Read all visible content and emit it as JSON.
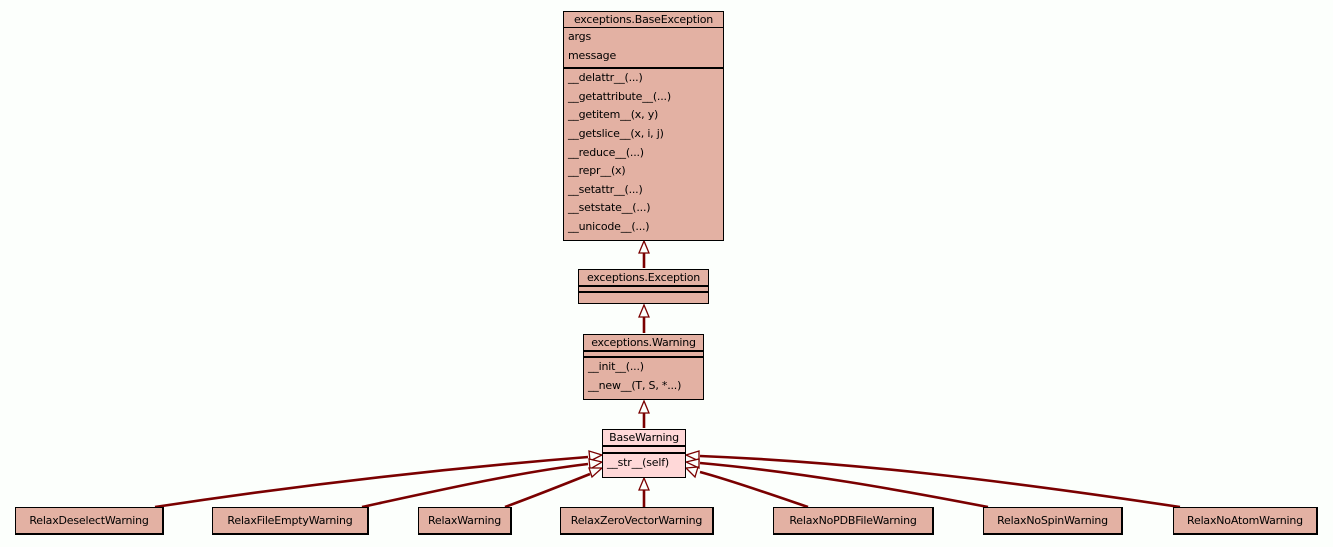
{
  "colors": {
    "edge": "#7a0000",
    "node_fill": "#e3b1a3",
    "focus_fill": "#ffd8d8",
    "background": "#fcfffc"
  },
  "classes": {
    "base_exception": {
      "name": "exceptions.BaseException",
      "attributes": [
        "args",
        "message"
      ],
      "methods": [
        "__delattr__(...)",
        "__getattribute__(...)",
        "__getitem__(x, y)",
        "__getslice__(x, i, j)",
        "__reduce__(...)",
        "__repr__(x)",
        "__setattr__(...)",
        "__setstate__(...)",
        "__unicode__(...)"
      ]
    },
    "exception": {
      "name": "exceptions.Exception",
      "attributes": [],
      "methods": []
    },
    "warning": {
      "name": "exceptions.Warning",
      "attributes": [],
      "methods": [
        "__init__(...)",
        "__new__(T, S, *...)"
      ]
    },
    "base_warning": {
      "name": "BaseWarning",
      "attributes": [],
      "methods": [
        "__str__(self)"
      ]
    }
  },
  "subclasses": [
    "RelaxDeselectWarning",
    "RelaxFileEmptyWarning",
    "RelaxWarning",
    "RelaxZeroVectorWarning",
    "RelaxNoPDBFileWarning",
    "RelaxNoSpinWarning",
    "RelaxNoAtomWarning"
  ],
  "edges": [
    {
      "from": "exceptions.Exception",
      "to": "exceptions.BaseException",
      "type": "inheritance"
    },
    {
      "from": "exceptions.Warning",
      "to": "exceptions.Exception",
      "type": "inheritance"
    },
    {
      "from": "BaseWarning",
      "to": "exceptions.Warning",
      "type": "inheritance"
    },
    {
      "from": "RelaxDeselectWarning",
      "to": "BaseWarning",
      "type": "inheritance"
    },
    {
      "from": "RelaxFileEmptyWarning",
      "to": "BaseWarning",
      "type": "inheritance"
    },
    {
      "from": "RelaxWarning",
      "to": "BaseWarning",
      "type": "inheritance"
    },
    {
      "from": "RelaxZeroVectorWarning",
      "to": "BaseWarning",
      "type": "inheritance"
    },
    {
      "from": "RelaxNoPDBFileWarning",
      "to": "BaseWarning",
      "type": "inheritance"
    },
    {
      "from": "RelaxNoSpinWarning",
      "to": "BaseWarning",
      "type": "inheritance"
    },
    {
      "from": "RelaxNoAtomWarning",
      "to": "BaseWarning",
      "type": "inheritance"
    }
  ]
}
